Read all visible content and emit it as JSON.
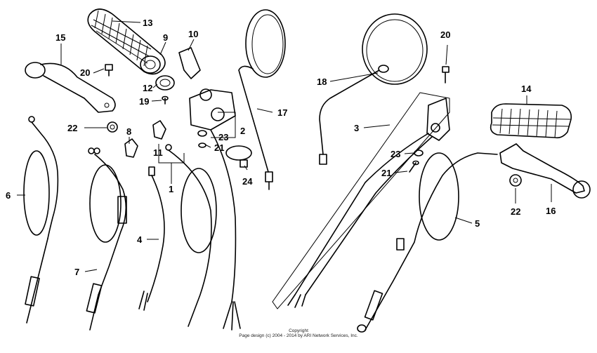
{
  "labels": {
    "p1": "1",
    "p2": "2",
    "p3": "3",
    "p4": "4",
    "p5": "5",
    "p6": "6",
    "p7": "7",
    "p8": "8",
    "p9": "9",
    "p10": "10",
    "p11": "11",
    "p12": "12",
    "p13": "13",
    "p14": "14",
    "p15": "15",
    "p16": "16",
    "p17": "17",
    "p18": "18",
    "p19": "19",
    "p20a": "20",
    "p20b": "20",
    "p21a": "21",
    "p21b": "21",
    "p22a": "22",
    "p22b": "22",
    "p23a": "23",
    "p23b": "23",
    "p24": "24"
  },
  "copyright": {
    "line1": "Copyright",
    "line2": "Page design (c) 2004 - 2014 by ARI Network Services, Inc."
  }
}
